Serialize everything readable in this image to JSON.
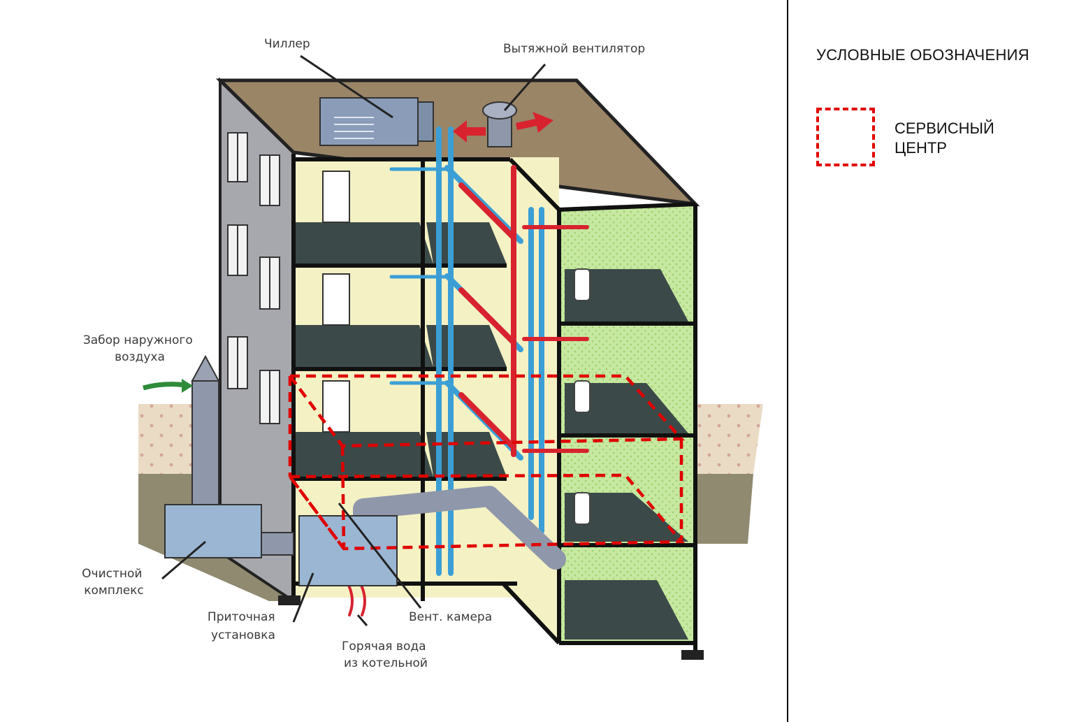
{
  "labels": {
    "chiller": "Чиллер",
    "exhaust_fan": "Вытяжной вентилятор",
    "air_intake": [
      "Забор наружного",
      "воздуха"
    ],
    "cleaning_complex": [
      "Очистной",
      "комплекс"
    ],
    "supply_unit": [
      "Приточная",
      "установка"
    ],
    "hot_water": [
      "Горячая вода",
      "из котельной"
    ],
    "vent_chamber": "Вент. камера"
  },
  "legend": {
    "title": "УСЛОВНЫЕ ОБОЗНАЧЕНИЯ",
    "items": [
      {
        "label": "СЕРВИСНЫЙ ЦЕНТР",
        "color": "#e00000"
      }
    ]
  },
  "colors": {
    "supply_pipe": "#3b9fd6",
    "hot_pipe": "#d8232f",
    "floor": "#3b4a48",
    "wall": "#f4f1c4",
    "tile": "#c6e8a0",
    "roof": "#9a8567",
    "facade": "#a7a8ad"
  }
}
